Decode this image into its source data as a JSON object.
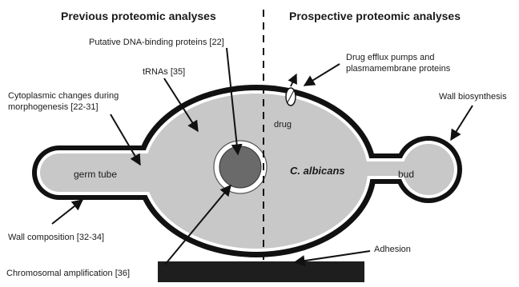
{
  "headings": {
    "left": "Previous proteomic analyses",
    "right": "Prospective proteomic analyses"
  },
  "labels": {
    "dna_binding": "Putative DNA-binding proteins [22]",
    "trnas": "tRNAs [35]",
    "cytoplasmic_line1": "Cytoplasmic changes during",
    "cytoplasmic_line2": "morphogenesis [22-31]",
    "drug_efflux_line1": "Drug efflux pumps and",
    "drug_efflux_line2": "plasmamembrane proteins",
    "wall_biosynthesis": "Wall biosynthesis",
    "drug": "drug",
    "germ_tube": "germ tube",
    "organism": "C. albicans",
    "bud": "bud",
    "wall_composition": "Wall composition [32-34]",
    "adhesion": "Adhesion",
    "chromosomal": "Chromosomal amplification [36]"
  },
  "colors": {
    "cell_fill": "#c8c8c8",
    "nucleus_fill": "#6a6a6a",
    "wall": "#111111",
    "surface": "#1e1e1e"
  }
}
